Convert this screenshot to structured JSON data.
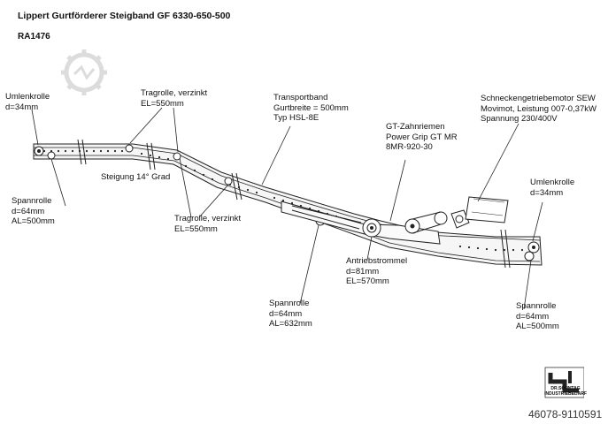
{
  "header": {
    "title": "Lippert Gurtförderer Steigband GF 6330-650-500",
    "subtitle": "RA1476"
  },
  "labels": {
    "umlenkrolle_left": "Umlenkrolle\nd=34mm",
    "tragrolle_top": "Tragrolle, verzinkt\nEL=550mm",
    "transportband": "Transportband\nGurtbreite = 500mm\nTyp HSL-8E",
    "gt_zahnriemen": "GT-Zahnriemen\nPower Grip GT MR\n8MR-920-30",
    "motor": "Schneckengetriebemotor SEW\nMovimot, Leistung 007-0,37kW\nSpannung 230/400V",
    "umlenkrolle_right": "Umlenkrolle\nd=34mm",
    "steigung": "Steigung 14° Grad",
    "spannrolle_left": "Spannrolle\nd=64mm\nAL=500mm",
    "tragrolle_bottom": "Tragrolle, verzinkt\nEL=550mm",
    "antriebstrommel": "Antriebstrommel\nd=81mm\nEL=570mm",
    "spannrolle_middle": "Spannrolle\nd=64mm\nAL=632mm",
    "spannrolle_right": "Spannrolle\nd=64mm\nAL=500mm"
  },
  "logo": {
    "text": "DR.SONNTAG\nINDUSTRIEBEDARF"
  },
  "footer": {
    "code": "46078-9110591"
  },
  "colors": {
    "line": "#222222",
    "frame_fill": "#f4f4f4",
    "watermark": "#d8d8d8"
  }
}
